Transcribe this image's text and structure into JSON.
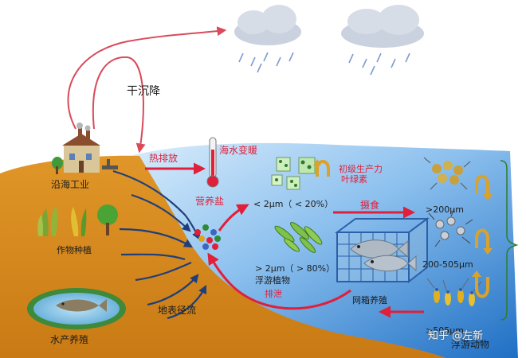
{
  "labels": {
    "dry_deposition": "干沉降",
    "coastal_industry": "沿海工业",
    "crop_planting": "作物种植",
    "aquaculture": "水产养殖",
    "surface_runoff": "地表径流",
    "heat_discharge": "热排放",
    "seawater_warming": "海水变暖",
    "nutrients": "营养盐",
    "primary_productivity": "初级生产力",
    "chlorophyll": "叶绿素",
    "small_phyto": "< 2μm（ < 20%）",
    "large_phyto": "> 2μm（ > 80%）",
    "phytoplankton": "浮游植物",
    "grazing": "摄食",
    "size_200": ">200μm",
    "size_200_505": "200-505μm",
    "size_505": ">505μm",
    "zooplankton": "浮游动物",
    "cage_culture": "网箱养殖",
    "excretion": "排泄"
  },
  "watermark": "知乎 @左新",
  "colors": {
    "land": "#d98a1c",
    "sea_light": "#cfe6fb",
    "sea_deep": "#1f74c9",
    "arrow_red": "#e0203a",
    "arrow_navy": "#1f3f7a",
    "label_red": "#e0203a"
  }
}
